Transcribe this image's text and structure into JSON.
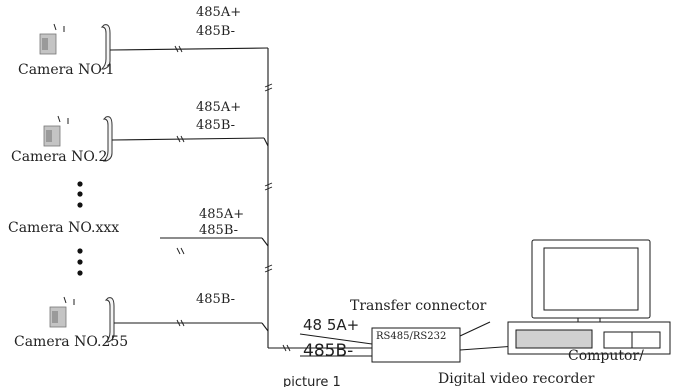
{
  "cameras": [
    {
      "label": "Camera NO.1",
      "bus_a": "485A+",
      "bus_b": "485B-"
    },
    {
      "label": "Camera NO.2",
      "bus_a": "485A+",
      "bus_b": "485B-"
    },
    {
      "label": "Camera NO.xxx",
      "bus_a": "485A+",
      "bus_b": "485B-"
    },
    {
      "label": "Camera NO.255",
      "bus_b": "485B-"
    }
  ],
  "trunk": {
    "bus_a": "48 5A+",
    "bus_b": "485B-"
  },
  "connector": {
    "title": "Transfer connector",
    "label": "RS485/RS232"
  },
  "recorder": {
    "line1": "Computor/",
    "line2": "Digital video recorder"
  },
  "caption": "picture 1",
  "colors": {
    "line": "#1a1a1a",
    "camera_body": "#c8c8c8",
    "text": "#222222"
  }
}
